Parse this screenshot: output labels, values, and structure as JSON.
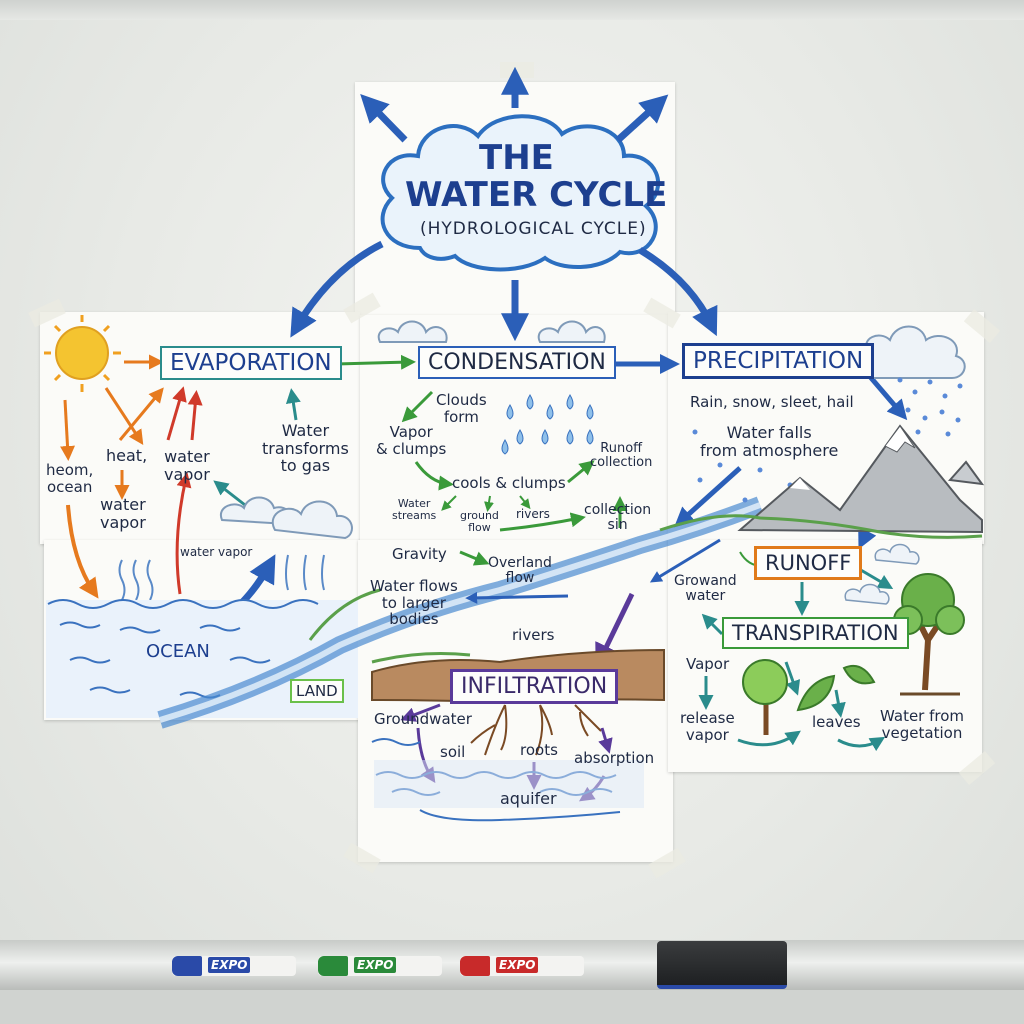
{
  "title": {
    "line1": "THE",
    "line2": "WATER CYCLE",
    "line3": "(HYDROLOGICAL CYCLE)"
  },
  "stages": {
    "evaporation": "EVAPORATION",
    "condensation": "CONDENSATION",
    "precipitation": "PRECIPITATION",
    "infiltration": "INFILTRATION",
    "runoff": "RUNOFF",
    "transpiration": "TRANSPIRATION"
  },
  "labels": {
    "heom_ocean": "heom,\nocean",
    "heat": "heat,",
    "water_vapor_1": "water\nvapor",
    "water_vapor_2": "water\nvapor",
    "water_transforms": "Water\ntransforms\nto gas",
    "water_vapor_small": "water vapor",
    "ocean": "OCEAN",
    "land": "LAND",
    "clouds_form": "Clouds\nform",
    "vapor_clumps": "Vapor\n& clumps",
    "runoff_collection": "Runoff\ncollection",
    "cools_clumps": "cools & clumps",
    "water_streams": "Water\nstreams",
    "ground_flow": "ground\nflow",
    "rivers_small": "rivers",
    "collection_sin": "collection\nsin",
    "gravity": "Gravity",
    "overland_flow": "Overland\nflow",
    "water_flows": "Water flows\nto larger\nbodies",
    "rivers": "rivers",
    "rain_snow": "Rain, snow, sleet, hail",
    "water_falls": "Water falls\nfrom atmosphere",
    "growand_water": "Growand\nwater",
    "vapor": "Vapor",
    "release_vapor": "release\nvapor",
    "leaves": "leaves",
    "water_from_vegetation": "Water from\nvegetation",
    "groundwater": "Groundwater",
    "soil": "soil",
    "roots": "roots",
    "absorption": "absorption",
    "aquifer": "aquifer"
  },
  "markers": {
    "blue_brand": "EXPO",
    "green_brand": "EXPO",
    "red_brand": "EXPO"
  },
  "colors": {
    "title_blue": "#1d3f8f",
    "cloud_blue": "#2c6fc0",
    "arrow_blue": "#2b5fb8",
    "teal_box": "#2a8c8c",
    "green_arrow": "#3a9a3a",
    "orange_arrow": "#e67a1e",
    "red_arrow": "#d03a2a",
    "purple_box": "#5a3a9a",
    "runoff_orange": "#e07a1a",
    "transpiration_green": "#3a9a3a",
    "water_blue": "#4a8ad0",
    "sun_yellow": "#f4c430"
  }
}
